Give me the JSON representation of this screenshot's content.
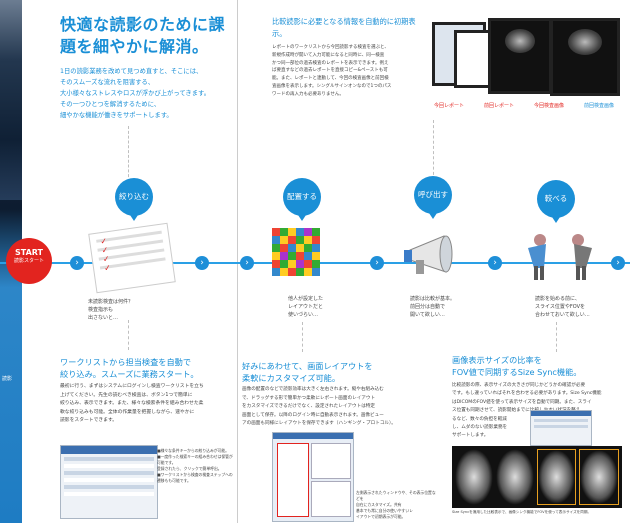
{
  "left": {
    "title": "快適な読影のために課題を細やかに解消。",
    "lead": [
      "1日の読影業務を改めて見つめ直すと、そこには、",
      "そのスムーズな流れを阻害する、",
      "大小様々なストレスやロスが浮かび上がってきます。",
      "その一つひとつを解消するために、",
      "細やかな機能が働きをサポートします。"
    ]
  },
  "right": {
    "title": "比較読影に必要となる情報を自動的に初期表示。",
    "body": [
      "レポートのワークリストから今回読影する検査を選ぶと、",
      "新規作成時が開いて入力可能になると同時に、同一検査",
      "かつ同一部位の過去検査のレポートを表示できます。例え",
      "ば要直すなどの過去レポートを直接コピー&ペーストも可",
      "能。また、レポートと連動して、今回の検査画像と前回検",
      "査画像を表示します。シングルサインオンなので1つのパス",
      "ワードの再入力も必要ありません。"
    ],
    "monitor_labels": [
      "今回レポート",
      "前回レポート",
      "今回検査画像",
      "前回検査画像"
    ]
  },
  "start": {
    "label": "START",
    "sub": "読影スタート"
  },
  "steps": [
    {
      "bubble": "絞り込む",
      "caption": [
        "未読影検査は何件？",
        "検査指示も",
        "出さないと…"
      ]
    },
    {
      "bubble": "配置する",
      "caption": [
        "他人が設定した",
        "レイアウトだと",
        "使いづらい…"
      ]
    },
    {
      "bubble": "呼び出す",
      "caption": [
        "読影は比較が基本。",
        "前回分は自動で",
        "開いて欲しい…"
      ]
    },
    {
      "bubble": "較べる",
      "caption": [
        "読影を始める前に、",
        "スライス位置やFOVを",
        "合わせておいて欲しい…"
      ]
    }
  ],
  "sections": [
    {
      "title": [
        "ワークリストから担当検査を自動で",
        "絞り込み。スムーズに業務スタート。"
      ],
      "body": [
        "最初に行う、まずはシステムにログインし検査ワークリストを立ち",
        "上げてください。先生の読むべき検査は、ボタン1つで簡単に",
        "絞り込み、表示できます。また、様々な検索条件を組み合わせた柔",
        "軟な絞り込みも可能。全体の作業量を把握しながら、速やかに",
        "読影をスタートできます。"
      ],
      "notes": [
        "■様々な条件キーからの絞り込みが可能。",
        "■一度作った検索キーの組み合わせは保管が可能です。",
        "登録されたら、クリックで簡単呼出。",
        "■ワークリストから検査の検査ステップへの遷移もも可能です。"
      ]
    },
    {
      "title": [
        "好みにあわせて、画面レイアウトを",
        "柔軟にカスタマイズ可能。"
      ],
      "body": [
        "画像の配置のなどで読影効率は大きく左右されます。縦や右組み込む",
        "で、ドラッグする形で簡単かつ柔軟にレポート画面のレイアウト",
        "をカスタマイズできるだけでなく、設定されたレイアウトは特定",
        "画面として保存。以降のログイン時に自動表示されます。画像ビュー",
        "アの画面も同様にレイアウトを保存できます（ハンギング・プロトコル）。"
      ],
      "notes": [
        "左側表示されたウィンドウや、その表示位置などを",
        "自在にカスタマイズ。共有",
        "基本でも常に自分の使いやすいレ",
        "イアウトで初期表示が可能。"
      ]
    },
    {
      "title": [
        "画像表示サイズの比率を",
        "FOV値で同期するSize Sync機能。"
      ],
      "body": [
        "比較読影の際、表示サイズの大きさが同じかどうかの確認が必要",
        "です。もし違っていればそれを合わせる必要があります。Size Sync機能",
        "はDICOMのFOV値を使って表示サイズを自動で同期。また、スライ",
        "ス位置も同期させて、読影開始までに比較しやすい状況を整え",
        "るなど、数々の負担を軽減",
        "し、ムダのない読影業務を",
        "サポートします。"
      ],
      "notes": [
        "Size Syncを適用した比較表示で、画像シンク機能でFOVを使って表示サイズを同期。"
      ]
    }
  ],
  "side_tag": "読影"
}
